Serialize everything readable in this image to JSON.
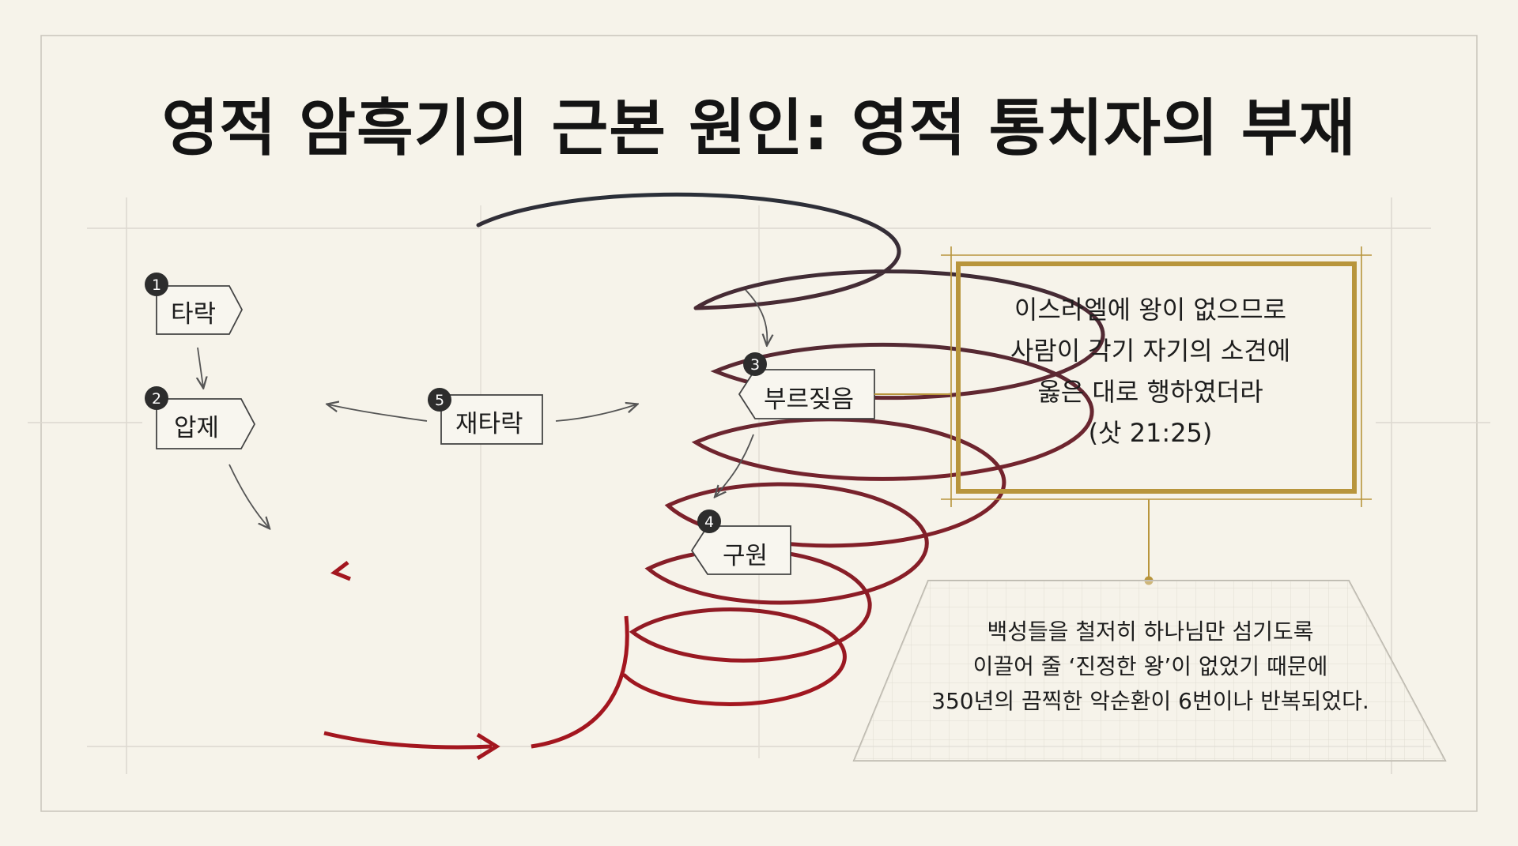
{
  "title": "영적 암흑기의 근본 원인: 영적 통치자의 부재",
  "cycle": [
    {
      "number": "1",
      "label": "타락"
    },
    {
      "number": "2",
      "label": "압제"
    },
    {
      "number": "3",
      "label": "부르짖음"
    },
    {
      "number": "4",
      "label": "구원"
    },
    {
      "number": "5",
      "label": "재타락"
    }
  ],
  "quote": {
    "lines": [
      "이스라엘에 왕이 없으므로",
      "사람이 각기 자기의 소견에",
      "옳은 대로 행하였더라",
      "(삿 21:25)"
    ]
  },
  "conclusion": {
    "lines": [
      "백성들을 철저히 하나님만 섬기도록",
      "이끌어 줄 ‘진정한 왕’이 없었기 때문에",
      "350년의 끔찍한 악순환이 6번이나 반복되었다."
    ]
  },
  "colors": {
    "background": "#f6f3ea",
    "spiral_top": "#2a2f38",
    "spiral_bottom": "#a3161f",
    "gold": "#b8953c"
  }
}
